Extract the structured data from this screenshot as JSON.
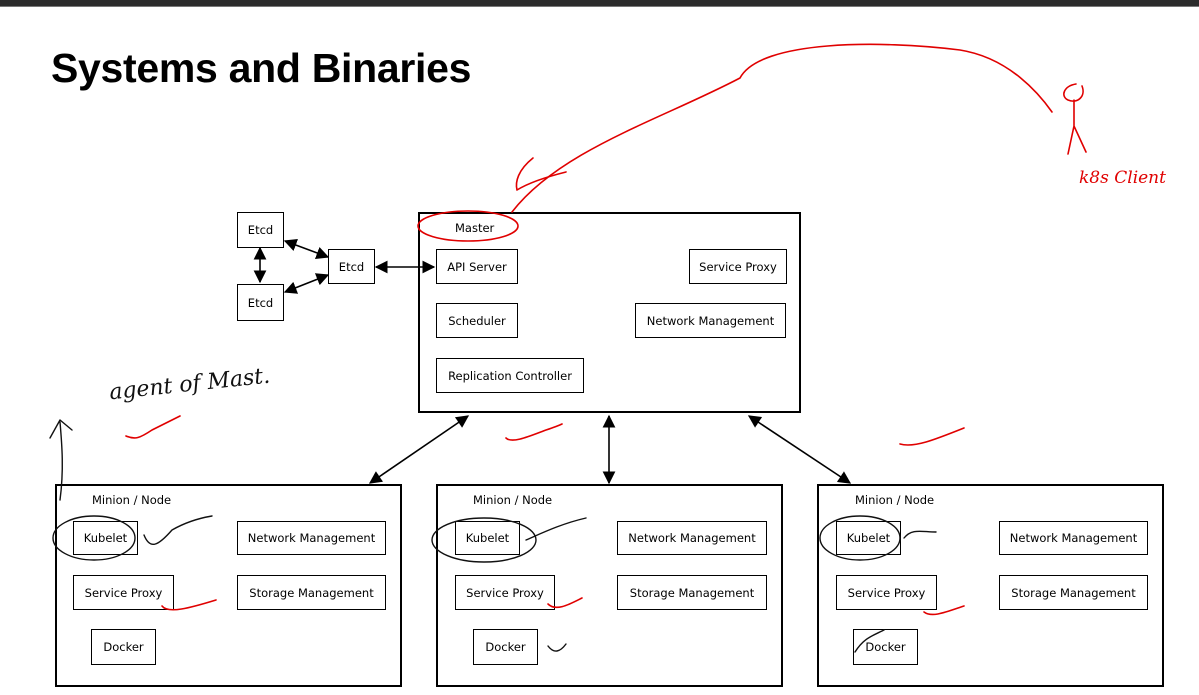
{
  "slide": {
    "title": "Systems and Binaries"
  },
  "etcd": {
    "cluster_a": "Etcd",
    "cluster_b": "Etcd",
    "main": "Etcd"
  },
  "master": {
    "label": "Master",
    "api_server": "API Server",
    "scheduler": "Scheduler",
    "replication_controller": "Replication Controller",
    "service_proxy": "Service Proxy",
    "network_management": "Network Management"
  },
  "minions": [
    {
      "label": "Minion / Node",
      "kubelet": "Kubelet",
      "service_proxy": "Service Proxy",
      "docker": "Docker",
      "network_management": "Network Management",
      "storage_management": "Storage Management"
    },
    {
      "label": "Minion / Node",
      "kubelet": "Kubelet",
      "service_proxy": "Service Proxy",
      "docker": "Docker",
      "network_management": "Network Management",
      "storage_management": "Storage Management"
    },
    {
      "label": "Minion / Node",
      "kubelet": "Kubelet",
      "service_proxy": "Service Proxy",
      "docker": "Docker",
      "network_management": "Network Management",
      "storage_management": "Storage Management"
    }
  ],
  "annotations": {
    "client_note": "k8s Client",
    "agent_note": "agent of Mast.",
    "ink_red": "#e00000",
    "ink_black": "#111111"
  }
}
